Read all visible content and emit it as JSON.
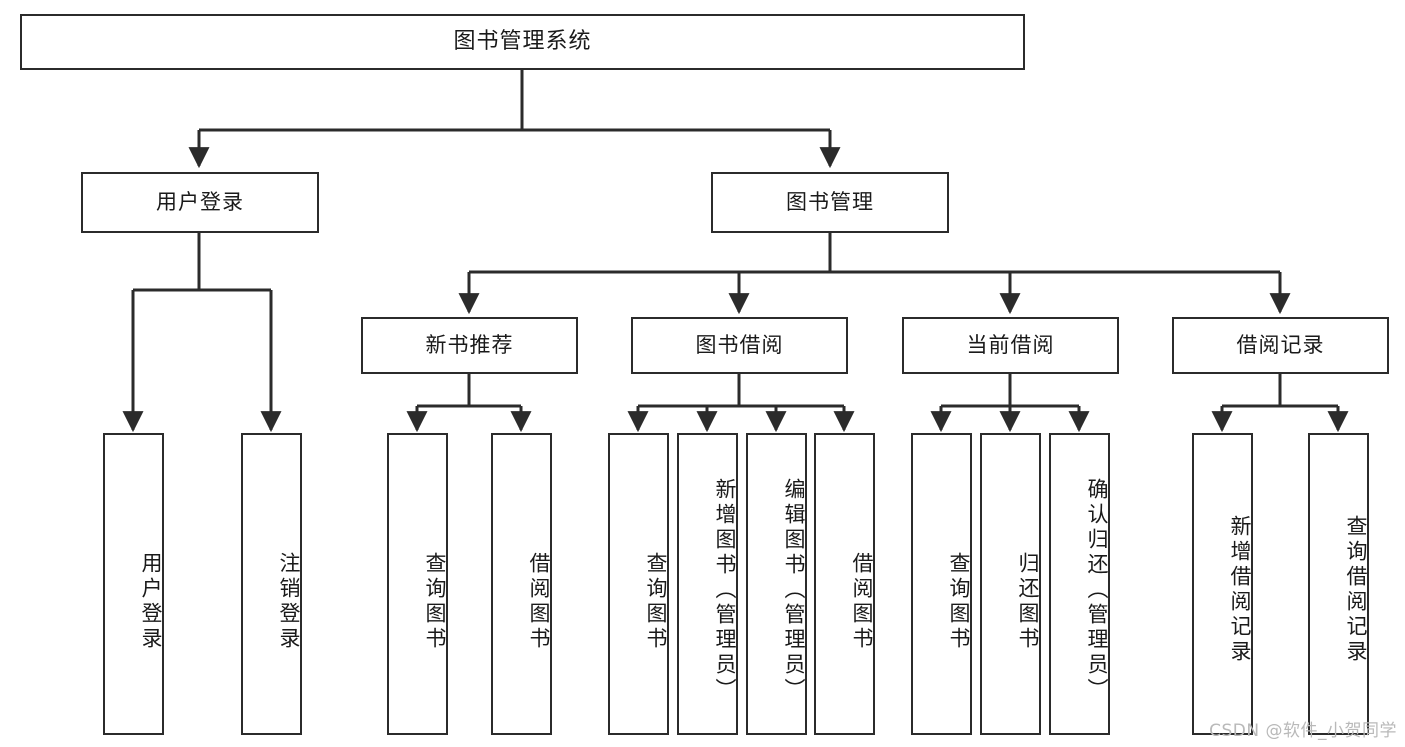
{
  "diagram": {
    "type": "tree-hierarchy-chart",
    "title": "图书管理系统",
    "watermark": "CSDN @软件_小贺同学",
    "colors": {
      "stroke": "#2b2b2b",
      "fill": "#ffffff",
      "text": "#1a1a1a",
      "watermark": "#b9b9b9"
    },
    "nodes": {
      "root": {
        "label": "图书管理系统",
        "level": 1,
        "orientation": "horizontal"
      },
      "l2": [
        {
          "id": "user-login",
          "label": "用户登录",
          "level": 2,
          "orientation": "horizontal"
        },
        {
          "id": "book-manage",
          "label": "图书管理",
          "level": 2,
          "orientation": "horizontal"
        }
      ],
      "l3": [
        {
          "id": "new-book-recommend",
          "label": "新书推荐",
          "level": 3,
          "orientation": "horizontal"
        },
        {
          "id": "book-borrow",
          "label": "图书借阅",
          "level": 3,
          "orientation": "horizontal"
        },
        {
          "id": "current-borrow",
          "label": "当前借阅",
          "level": 3,
          "orientation": "horizontal"
        },
        {
          "id": "borrow-record",
          "label": "借阅记录",
          "level": 3,
          "orientation": "horizontal"
        }
      ],
      "leaves": [
        {
          "id": "leaf-user-login",
          "label": "用户登录",
          "parent": "user-login",
          "orientation": "vertical"
        },
        {
          "id": "leaf-user-logout",
          "label": "注销登录",
          "parent": "user-login",
          "orientation": "vertical"
        },
        {
          "id": "leaf-query-book-1",
          "label": "查询图书",
          "parent": "new-book-recommend",
          "orientation": "vertical"
        },
        {
          "id": "leaf-borrow-book-1",
          "label": "借阅图书",
          "parent": "new-book-recommend",
          "orientation": "vertical"
        },
        {
          "id": "leaf-query-book-2",
          "label": "查询图书",
          "parent": "book-borrow",
          "orientation": "vertical"
        },
        {
          "id": "leaf-add-book",
          "label": "新增图书（管理员）",
          "parent": "book-borrow",
          "orientation": "vertical"
        },
        {
          "id": "leaf-edit-book",
          "label": "编辑图书（管理员）",
          "parent": "book-borrow",
          "orientation": "vertical"
        },
        {
          "id": "leaf-borrow-book-2",
          "label": "借阅图书",
          "parent": "book-borrow",
          "orientation": "vertical"
        },
        {
          "id": "leaf-query-book-3",
          "label": "查询图书",
          "parent": "current-borrow",
          "orientation": "vertical"
        },
        {
          "id": "leaf-return-book",
          "label": "归还图书",
          "parent": "current-borrow",
          "orientation": "vertical"
        },
        {
          "id": "leaf-confirm-return",
          "label": "确认归还（管理员）",
          "parent": "current-borrow",
          "orientation": "vertical"
        },
        {
          "id": "leaf-add-record",
          "label": "新增借阅记录",
          "parent": "borrow-record",
          "orientation": "vertical"
        },
        {
          "id": "leaf-query-record",
          "label": "查询借阅记录",
          "parent": "borrow-record",
          "orientation": "vertical"
        }
      ]
    }
  }
}
